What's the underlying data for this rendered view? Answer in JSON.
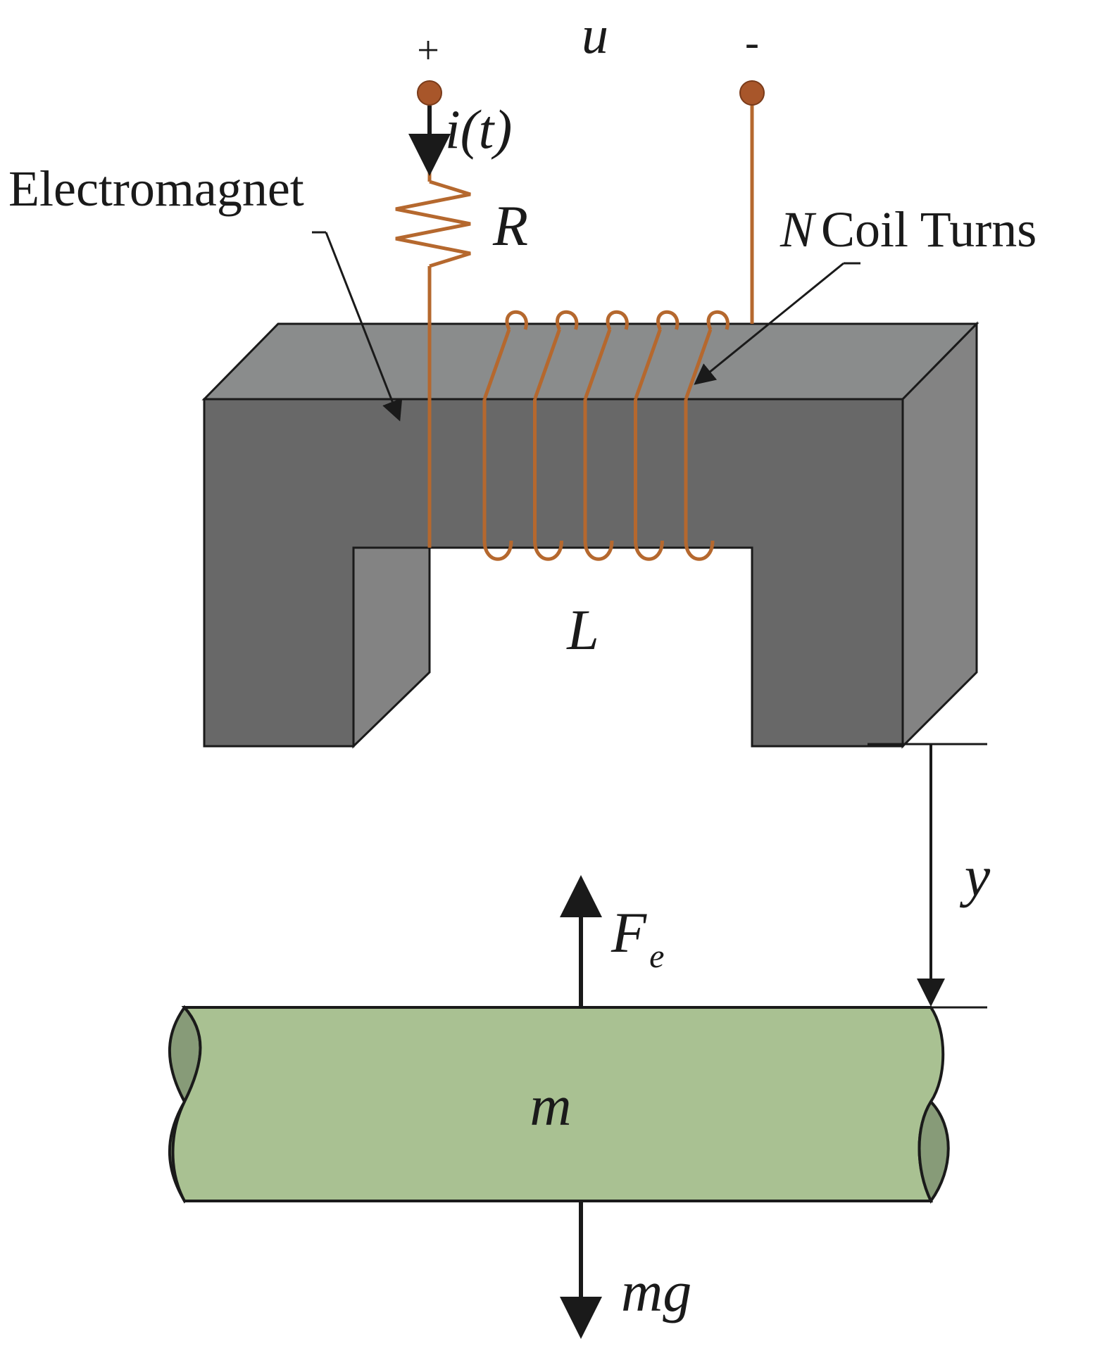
{
  "labels": {
    "plus": "+",
    "minus": "-",
    "voltage": "u",
    "current": "i(t)",
    "electromagnet": "Electromagnet",
    "resistance": "R",
    "coil_n": "N",
    "coil_turns": "Coil Turns",
    "inductance": "L",
    "gap": "y",
    "force_main": "F",
    "force_sub": "e",
    "mass": "m",
    "weight": "mg"
  },
  "colors": {
    "core_front": "#686868",
    "core_top": "#8a8c8c",
    "core_side": "#838383",
    "coil_wire": "#b5682e",
    "terminal": "#a8562a",
    "mass_fill": "#a9c192",
    "mass_end": "#879b78",
    "outline": "#1a1a1a"
  },
  "coil_turn_count": 5
}
